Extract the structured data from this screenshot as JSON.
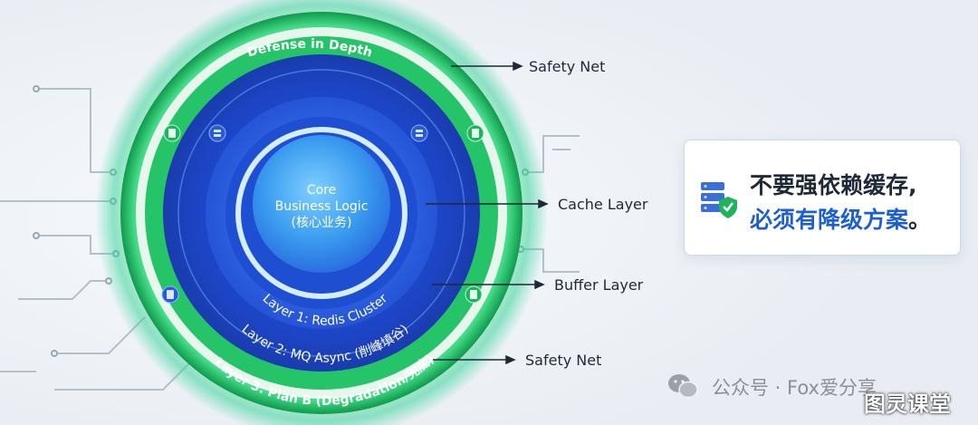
{
  "diagram": {
    "outer_ring_label": "Defense in Depth",
    "core": {
      "line1": "Core",
      "line2": "Business Logic",
      "line3": "(核心业务)"
    },
    "ring_labels": {
      "layer1": "Layer 1: Redis Cluster",
      "layer2": "Layer 2: MQ Async (削峰填谷)",
      "layer3": "Layer 3: Plan B (Degradation/兜底)"
    },
    "callouts": {
      "safety_net_top": "Safety Net",
      "cache_layer": "Cache Layer",
      "buffer_layer": "Buffer Layer",
      "safety_net_bottom": "Safety Net"
    },
    "colors": {
      "outer_green": "#1fbf63",
      "deep_blue": "#1f47c8",
      "core_blue": "#3aa0ee"
    }
  },
  "card": {
    "icon": "server-shield-icon",
    "line1": "不要强依赖缓存,",
    "line2_highlight": "必须有降级方案",
    "line2_end": "。"
  },
  "watermark": {
    "icon": "wechat-icon",
    "line1": "公众号 · Fox爱分享",
    "line2": "图灵课堂"
  }
}
